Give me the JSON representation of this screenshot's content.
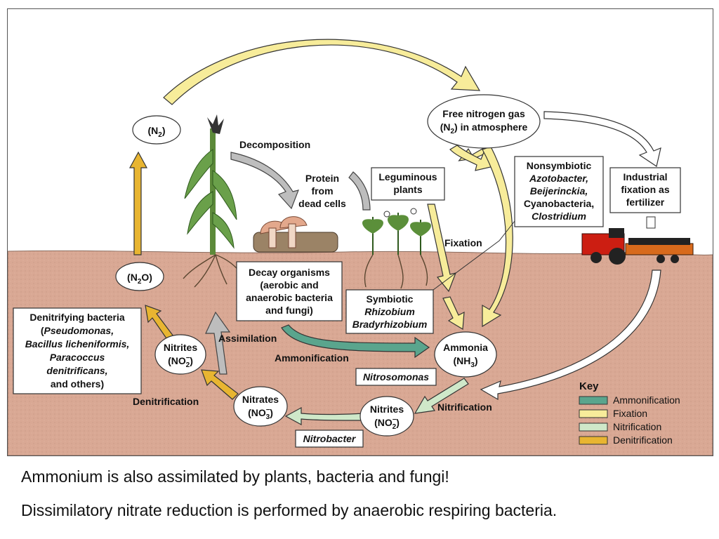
{
  "diagram": {
    "n2_top": {
      "prefix": "(N",
      "sub": "2",
      "suffix": ")"
    },
    "free_nitrogen": {
      "line1": "Free nitrogen gas",
      "line2_prefix": "(N",
      "line2_sub": "2",
      "line2_suffix": ") in atmosphere"
    },
    "decomposition": "Decomposition",
    "protein": {
      "line1": "Protein",
      "line2": "from",
      "line3": "dead cells"
    },
    "leguminous": {
      "line1": "Leguminous",
      "line2": "plants"
    },
    "nonsymbiotic": {
      "line1": "Nonsymbiotic",
      "line2": "Azotobacter,",
      "line3": "Beijerinckia,",
      "line4": "Cyanobacteria,",
      "line5": "Clostridium"
    },
    "industrial": {
      "line1": "Industrial",
      "line2": "fixation as",
      "line3": "fertilizer"
    },
    "fixation_label": "Fixation",
    "decay": {
      "line1": "Decay organisms",
      "line2": "(aerobic and",
      "line3": "anaerobic bacteria",
      "line4": "and fungi)"
    },
    "symbiotic": {
      "line1": "Symbiotic",
      "line2": "Rhizobium",
      "line3": "Bradyrhizobium"
    },
    "n2o": {
      "prefix": "(N",
      "sub": "2",
      "suffix": "O)"
    },
    "denitrifying": {
      "line1": "Denitrifying bacteria",
      "line2_prefix": "(",
      "line2_italic": "Pseudomonas,",
      "line3": "Bacillus licheniformis,",
      "line4": "Paracoccus",
      "line5": "denitrificans,",
      "line6": "and others)"
    },
    "nitrites_left": {
      "line1": "Nitrites",
      "line2_prefix": "(NO",
      "line2_sup": "−",
      "line2_sub": "2",
      "line2_suffix": ")"
    },
    "assimilation": "Assimilation",
    "ammonification": "Ammonification",
    "ammonia": {
      "line1": "Ammonia",
      "line2_prefix": "(NH",
      "line2_sub": "3",
      "line2_suffix": ")"
    },
    "nitrosomonas": "Nitrosomonas",
    "denitrification_label": "Denitrification",
    "nitrates": {
      "line1": "Nitrates",
      "line2_prefix": "(NO",
      "line2_sup": "−",
      "line2_sub": "3",
      "line2_suffix": ")"
    },
    "nitrites_right": {
      "line1": "Nitrites",
      "line2_prefix": "(NO",
      "line2_sup": "−",
      "line2_sub": "2",
      "line2_suffix": ")"
    },
    "nitrification_label": "Nitrification",
    "nitrobacter": "Nitrobacter",
    "key": {
      "title": "Key",
      "items": [
        {
          "label": "Ammonification",
          "color": "#5aa58d"
        },
        {
          "label": "Fixation",
          "color": "#f7ec9a"
        },
        {
          "label": "Nitrification",
          "color": "#cfe8c9"
        },
        {
          "label": "Denitrification",
          "color": "#e8b531"
        }
      ]
    },
    "colors": {
      "sky": "#ffffff",
      "soil": "#d9a894",
      "ammonification": "#5aa58d",
      "fixation": "#f7ec9a",
      "nitrification": "#cfe8c9",
      "denitrification": "#e8b531",
      "decomposition": "#bdbdbd",
      "industrial": "#ffffff"
    }
  },
  "captions": [
    "Ammonium is also assimilated by plants, bacteria and fungi!",
    "Dissimilatory nitrate reduction is performed by anaerobic respiring bacteria."
  ]
}
